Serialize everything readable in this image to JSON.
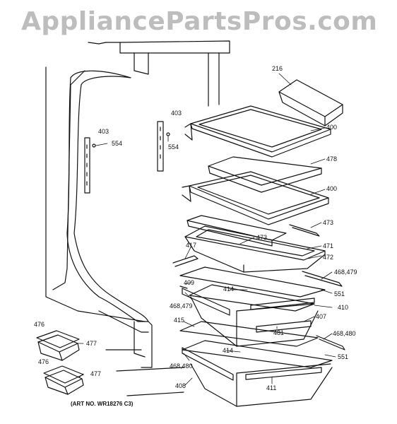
{
  "watermark": "AppliancePartsPros.com",
  "art_number": "(ART NO. WR18276 C3)",
  "callouts": [
    {
      "id": "c216",
      "text": "216"
    },
    {
      "id": "c403a",
      "text": "403"
    },
    {
      "id": "c554a",
      "text": "554"
    },
    {
      "id": "c403b",
      "text": "403"
    },
    {
      "id": "c554b",
      "text": "554"
    },
    {
      "id": "c400a",
      "text": "400"
    },
    {
      "id": "c478",
      "text": "478"
    },
    {
      "id": "c400b",
      "text": "400"
    },
    {
      "id": "c473a",
      "text": "473"
    },
    {
      "id": "c473b",
      "text": "473"
    },
    {
      "id": "c471",
      "text": "471"
    },
    {
      "id": "c472",
      "text": "472"
    },
    {
      "id": "c417",
      "text": "417"
    },
    {
      "id": "c468a",
      "text": "468,479"
    },
    {
      "id": "c409",
      "text": "409"
    },
    {
      "id": "c414a",
      "text": "414"
    },
    {
      "id": "c551a",
      "text": "551"
    },
    {
      "id": "c410",
      "text": "410"
    },
    {
      "id": "c468b",
      "text": "468,479"
    },
    {
      "id": "c407",
      "text": "407"
    },
    {
      "id": "c415",
      "text": "415"
    },
    {
      "id": "c481",
      "text": "481"
    },
    {
      "id": "c468c",
      "text": "468,480"
    },
    {
      "id": "c476a",
      "text": "476"
    },
    {
      "id": "c477a",
      "text": "477"
    },
    {
      "id": "c414b",
      "text": "414"
    },
    {
      "id": "c551b",
      "text": "551"
    },
    {
      "id": "c476b",
      "text": "476"
    },
    {
      "id": "c468d",
      "text": "468,480"
    },
    {
      "id": "c477b",
      "text": "477"
    },
    {
      "id": "c408",
      "text": "408"
    },
    {
      "id": "c411",
      "text": "411"
    }
  ]
}
